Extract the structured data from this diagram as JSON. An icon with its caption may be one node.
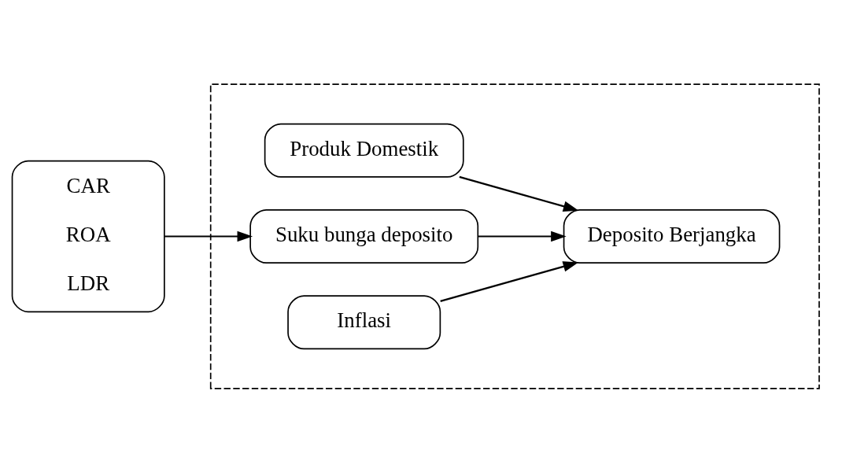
{
  "diagram": {
    "nodes": [
      {
        "text": [],
        "shape": "box"
      },
      {
        "text": [
          "CAR",
          "ROA",
          "LDR"
        ]
      },
      {
        "text": [
          "Produk Domestik"
        ],
        "in": 0
      },
      {
        "text": [
          "Suku bunga deposito"
        ],
        "in": 0
      },
      {
        "text": [
          "Inflasi"
        ],
        "in": 0
      },
      {
        "text": [
          "Deposito Berjangka"
        ],
        "in": 0
      }
    ],
    "edges": [
      {
        "from": 1,
        "to": 3,
        "arrow": "to"
      },
      {
        "from": 2,
        "to": 5,
        "arrow": "to"
      },
      {
        "from": 3,
        "to": 5,
        "arrow": "to"
      },
      {
        "from": 4,
        "to": 5,
        "arrow": "to"
      }
    ]
  }
}
